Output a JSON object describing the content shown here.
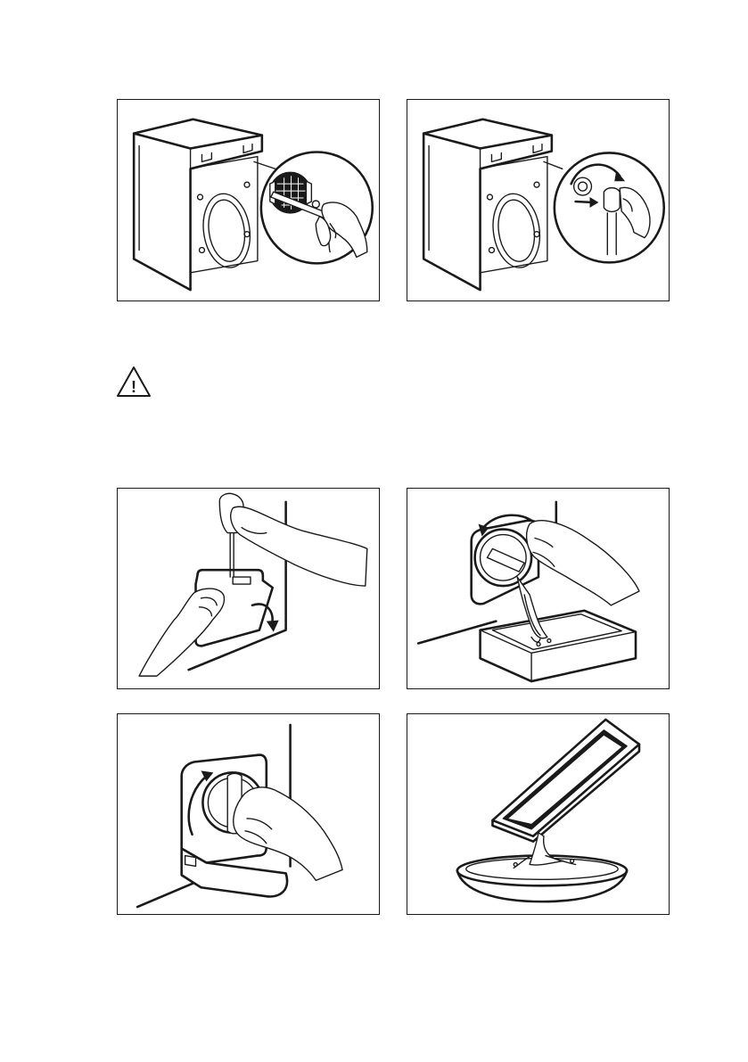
{
  "figures": [
    {
      "id": "clean-filter-brush",
      "icons": [
        "washing-machine-icon",
        "filter-brush-icon",
        "hand-icon"
      ]
    },
    {
      "id": "refit-inlet-filter",
      "icons": [
        "washing-machine-icon",
        "rotate-arrow-icon",
        "hose-icon"
      ]
    },
    {
      "id": "open-flap-screwdriver",
      "icons": [
        "screwdriver-icon",
        "flap-icon",
        "rotate-arrow-icon"
      ]
    },
    {
      "id": "unscrew-pump-filter",
      "icons": [
        "pump-filter-icon",
        "rotate-arrow-icon",
        "tray-icon"
      ]
    },
    {
      "id": "screw-pump-filter",
      "icons": [
        "pump-filter-icon",
        "rotate-arrow-icon",
        "hand-icon"
      ]
    },
    {
      "id": "empty-tray-bowl",
      "icons": [
        "tray-icon",
        "bowl-icon",
        "water-icon"
      ]
    }
  ],
  "warning": {
    "icon": "warning-triangle-icon",
    "symbol": "!"
  },
  "colors": {
    "line": "#1a1a1a",
    "shade": "#6b6b6b",
    "paper": "#ffffff"
  }
}
